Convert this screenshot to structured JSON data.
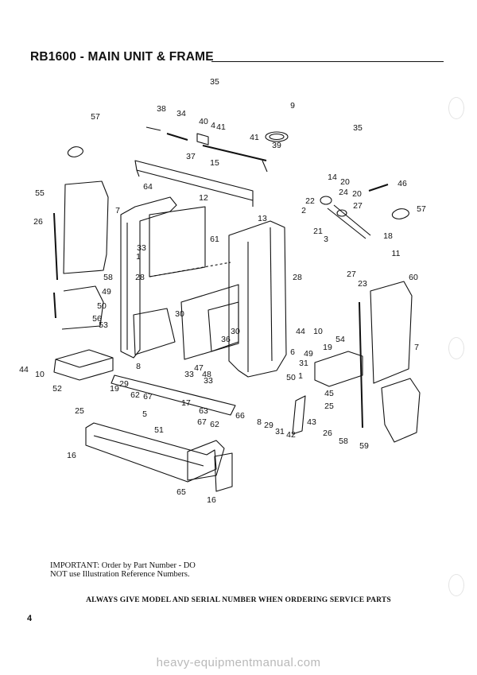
{
  "page": {
    "title": "RB1600 - MAIN UNIT & FRAME",
    "important_line1": "IMPORTANT: Order by Part Number - DO",
    "important_line2": "NOT use Illustration Reference Numbers.",
    "always_note": "ALWAYS GIVE MODEL AND SERIAL NUMBER WHEN ORDERING SERVICE PARTS",
    "page_number": "4",
    "watermark": "heavy-equipmentmanual.com"
  },
  "callouts": [
    "35",
    "38",
    "34",
    "40",
    "4",
    "41",
    "9",
    "57",
    "35",
    "41",
    "39",
    "37",
    "15",
    "64",
    "12",
    "55",
    "7",
    "26",
    "13",
    "14",
    "20",
    "46",
    "24",
    "20",
    "2",
    "22",
    "27",
    "57",
    "21",
    "3",
    "18",
    "11",
    "61",
    "33",
    "1",
    "28",
    "58",
    "49",
    "50",
    "53",
    "56",
    "30",
    "36",
    "30",
    "27",
    "23",
    "60",
    "28",
    "44",
    "10",
    "54",
    "19",
    "6",
    "49",
    "31",
    "7",
    "44",
    "10",
    "52",
    "8",
    "29",
    "33",
    "47",
    "33",
    "48",
    "50",
    "1",
    "62",
    "67",
    "19",
    "17",
    "63",
    "25",
    "66",
    "8",
    "29",
    "31",
    "42",
    "43",
    "45",
    "25",
    "5",
    "51",
    "67",
    "62",
    "26",
    "58",
    "59",
    "16",
    "65",
    "16"
  ],
  "colors": {
    "ink": "#111111",
    "watermark": "#b9b9b9",
    "paper": "#ffffff"
  }
}
